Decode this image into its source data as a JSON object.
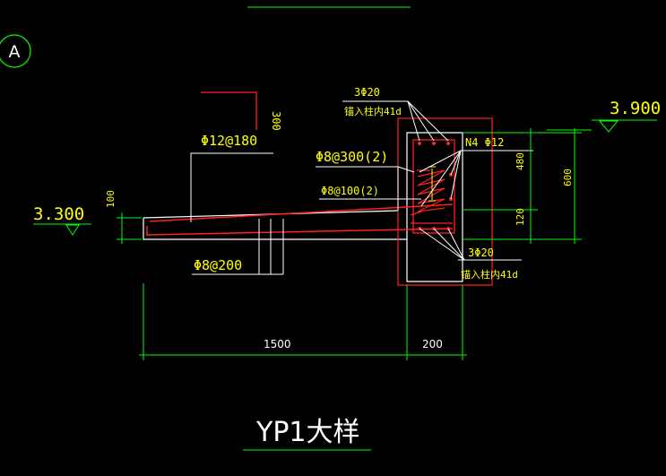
{
  "drawing": {
    "title": "YP1大样",
    "grid_bubble": "A",
    "elev_left": "3.300",
    "elev_right": "3.900",
    "rebar_top_bar": "Φ12@180",
    "rebar_stirrup_300": "Φ8@300(2)",
    "rebar_stirrup_100": "Φ8@100(2)",
    "rebar_distribution": "Φ8@200",
    "top_bars": "3Φ20",
    "top_bars_note": "锚入柱内41d",
    "bottom_bars": "3Φ20",
    "bottom_bars_note": "锚入柱内41d",
    "side_bars": "N4 Φ12",
    "dim_hook": "300",
    "dim_slab_thk": "100",
    "dim_480": "480",
    "dim_120": "120",
    "dim_600": "600",
    "dim_1500": "1500",
    "dim_200": "200"
  },
  "colors": {
    "background": "#000000",
    "outline": "#ffffff",
    "rebar": "#ff2020",
    "text": "#ffff00",
    "dimension": "#00ff00"
  }
}
